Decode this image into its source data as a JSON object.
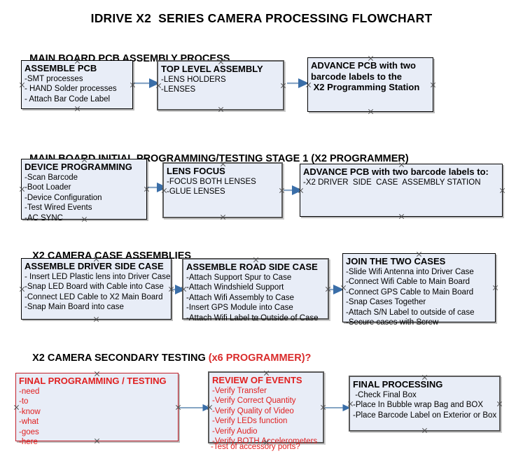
{
  "title": "IDRIVE X2  SERIES CAMERA PROCESSING FLOWCHART",
  "sections": [
    {
      "heading": "MAIN BOARD PCB ASSEMBLY PROCESS",
      "heading_accent": "",
      "nodes": [
        {
          "title": "ASSEMBLE PCB",
          "lines": [
            "-SMT processes",
            "- HAND Solder processes",
            "- Attach Bar Code Label"
          ],
          "style": "blue-thin"
        },
        {
          "title": "TOP LEVEL ASSEMBLY",
          "lines": [
            "-LENS HOLDERS",
            "-LENSES"
          ],
          "style": "blue-thick"
        },
        {
          "title": "ADVANCE PCB with two",
          "lines": [
            "barcode labels to the",
            " X2 Programming Station"
          ],
          "style": "blue-thin",
          "lines_big": true
        }
      ]
    },
    {
      "heading": "MAIN BOARD INITIAL PROGRAMMING/TESTING STAGE 1 (X2 PROGRAMMER)",
      "heading_accent": "",
      "nodes": [
        {
          "title": "DEVICE PROGRAMMING",
          "lines": [
            "-Scan Barcode",
            "-Boot Loader",
            "-Device Configuration",
            "-Test Wired Events",
            "-AC SYNC"
          ],
          "style": "blue-thin"
        },
        {
          "title": "LENS FOCUS",
          "lines": [
            "-FOCUS BOTH LENSES",
            "-GLUE LENSES"
          ],
          "style": "blue-thick"
        },
        {
          "title": "ADVANCE PCB with two barcode labels to:",
          "lines": [
            "-X2 DRIVER  SIDE  CASE  ASSEMBLY STATION"
          ],
          "style": "blue-thin"
        }
      ]
    },
    {
      "heading": "X2 CAMERA CASE ASSEMBLIES",
      "heading_accent": "",
      "nodes": [
        {
          "title": "ASSEMBLE DRIVER SIDE CASE",
          "lines": [
            "- Insert LED Plastic lens into Driver Case",
            "-Snap LED Board with Cable into Case",
            "-Connect LED Cable to X2 Main Board",
            "-Snap Main Board into case"
          ],
          "style": "blue-thin"
        },
        {
          "title": "ASSEMBLE ROAD SIDE CASE",
          "lines": [
            "-Attach Support Spur to Case",
            "-Attach Windshield Support",
            "-Attach Wifi Assembly to Case",
            "-Insert GPS Module into Case",
            "-Attach Wifi Label to Outside of Case"
          ],
          "style": "blue-thick"
        },
        {
          "title": "JOIN THE TWO CASES",
          "lines": [
            "-Slide Wifi Antenna into Driver Case",
            "-Connect Wifi Cable to Main Board",
            "-Connect GPS Cable to Main Board",
            "-Snap Cases Together",
            "-Attach S/N Label to outside of case",
            "-Secure cases with Screw"
          ],
          "style": "blue-thin"
        }
      ]
    },
    {
      "heading": "X2 CAMERA SECONDARY TESTING ",
      "heading_accent": "(x6 PROGRAMMER)?",
      "nodes": [
        {
          "title": "FINAL PROGRAMMING / TESTING",
          "lines": [
            "-need",
            "-to",
            "-know",
            "-what",
            "-goes",
            "-here"
          ],
          "style": "red-thin"
        },
        {
          "title": "REVIEW OF EVENTS",
          "lines": [
            "-Verify Transfer",
            "-Verify Correct Quantity",
            "-Verify Quality of Video",
            "-Verify LEDs function",
            "-Verify Audio",
            "-Verify BOTH Accelerometers"
          ],
          "overflow_line": "-Test of accessory ports?",
          "style": "red-text-thick"
        },
        {
          "title": "FINAL PROCESSING",
          "lines": [
            " -Check Final Box",
            "-Place In Bubble wrap Bag and BOX",
            "-Place Barcode Label on Exterior or Box"
          ],
          "style": "blue-thick"
        }
      ]
    }
  ],
  "colors": {
    "box_fill": "#e8edf7",
    "box_border": "#000000",
    "box_border_thick": "#5a5a5a",
    "accent_red": "#e02020",
    "arrow": "#7b9cc4",
    "text": "#000000"
  }
}
